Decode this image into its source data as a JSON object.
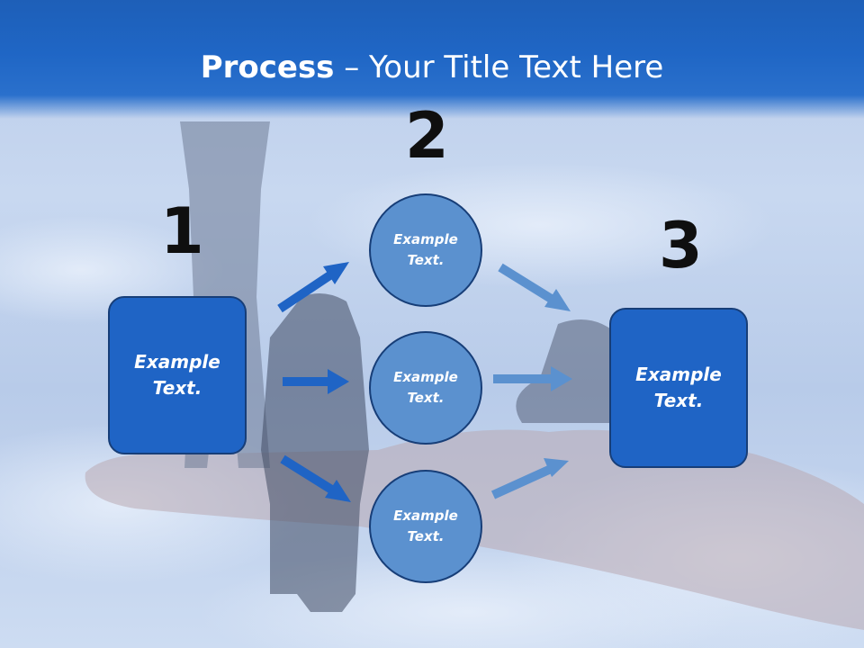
{
  "title": {
    "bold": "Process",
    "rest": " – Your Title Text Here"
  },
  "steps": {
    "one": "1",
    "two": "2",
    "three": "3"
  },
  "left_box": {
    "label": "Example\nText."
  },
  "right_box": {
    "label": "Example\nText."
  },
  "circles": [
    {
      "label": "Example\nText."
    },
    {
      "label": "Example\nText."
    },
    {
      "label": "Example\nText."
    }
  ],
  "colors": {
    "header": "#1f66c5",
    "box_fill": "#1f64c5",
    "circle_fill": "#5b91cf",
    "outline": "#173e78",
    "arrow_left": "#1f64c5",
    "arrow_right": "#5b91cf"
  }
}
